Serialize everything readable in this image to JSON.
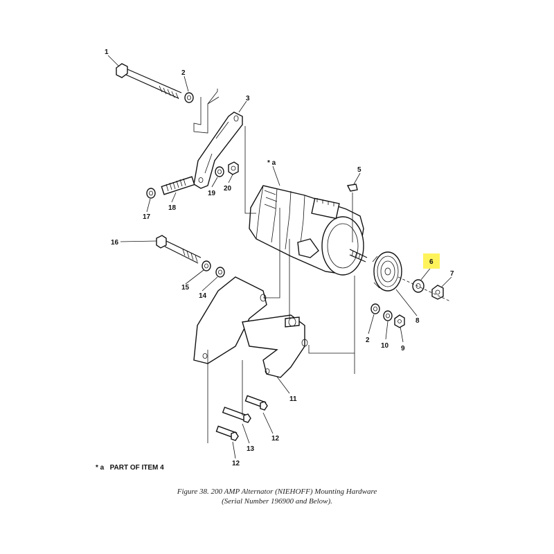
{
  "figure": {
    "caption_line1": "Figure 38.  200 AMP Alternator (NIEHOFF) Mounting Hardware",
    "caption_line2": "(Serial Number 196900 and Below)."
  },
  "legend": {
    "marker": "* a",
    "text": "PART OF ITEM 4"
  },
  "top_marker": "* a",
  "highlight_color": "#fff35c",
  "callouts": {
    "c1": "1",
    "c2a": "2",
    "c3": "3",
    "c5": "5",
    "c6": "6",
    "c7": "7",
    "c8": "8",
    "c2b": "2",
    "c10": "10",
    "c9": "9",
    "c11": "11",
    "c12a": "12",
    "c13": "13",
    "c12b": "12",
    "c14": "14",
    "c15": "15",
    "c16": "16",
    "c17": "17",
    "c18": "18",
    "c19": "19",
    "c20": "20"
  },
  "highlighted_callout": "6"
}
